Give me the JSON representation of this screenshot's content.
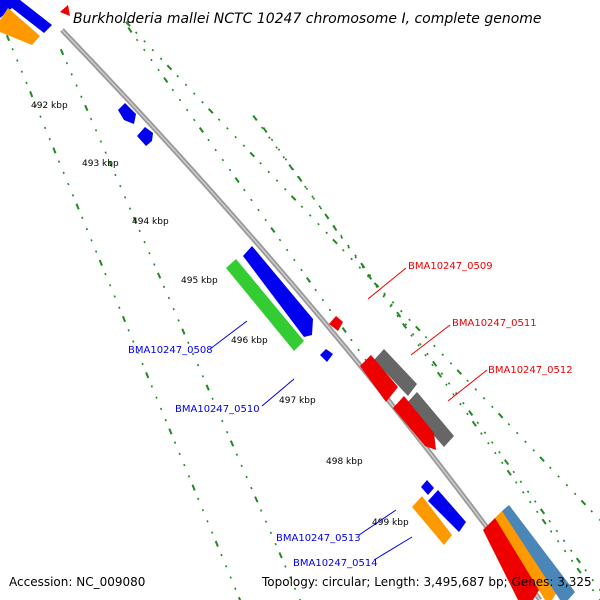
{
  "title": "Burkholderia mallei NCTC 10247 chromosome I, complete genome",
  "accession": "Accession: NC_009080",
  "topology": "Topology: circular; Length: 3,495,687 bp; Genes: 3,325",
  "ticks": [
    "492 kbp",
    "493 kbp",
    "494 kbp",
    "495 kbp",
    "496 kbp",
    "497 kbp",
    "498 kbp",
    "499 kbp"
  ],
  "gene_labels": {
    "bma_0508": "BMA10247_0508",
    "bma_0509": "BMA10247_0509",
    "bma_0510": "BMA10247_0510",
    "bma_0511": "BMA10247_0511",
    "bma_0512": "BMA10247_0512",
    "bma_0513": "BMA10247_0513",
    "bma_0514": "BMA10247_0514"
  },
  "colors": {
    "forward_cds": "#0000ee",
    "reverse_cds": "#ee0000",
    "rna": "#33cc33",
    "gray_feature": "#666666",
    "orange_feature": "#ff9900",
    "steel_feature": "#4a86b8",
    "backbone": "#999999",
    "dots": "#228822"
  }
}
